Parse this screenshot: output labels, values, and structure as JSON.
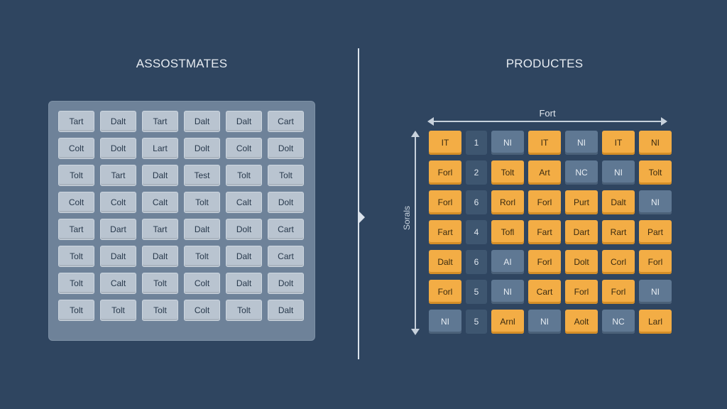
{
  "left": {
    "title": "ASSOSTMATES",
    "rows": [
      [
        "Tart",
        "Dalt",
        "Tart",
        "Dalt",
        "Dalt",
        "Cart"
      ],
      [
        "Colt",
        "Dolt",
        "Lart",
        "Dolt",
        "Colt",
        "Dolt"
      ],
      [
        "Tolt",
        "Tart",
        "Dalt",
        "Test",
        "Tolt",
        "Tolt"
      ],
      [
        "Colt",
        "Colt",
        "Calt",
        "Tolt",
        "Calt",
        "Dolt"
      ],
      [
        "Tart",
        "Dart",
        "Tart",
        "Dalt",
        "Dolt",
        "Cart"
      ],
      [
        "Tolt",
        "Dalt",
        "Dalt",
        "Tolt",
        "Dalt",
        "Cart"
      ],
      [
        "Tolt",
        "Calt",
        "Tolt",
        "Colt",
        "Dalt",
        "Dolt"
      ],
      [
        "Tolt",
        "Tolt",
        "Tolt",
        "Colt",
        "Tolt",
        "Dalt"
      ]
    ]
  },
  "right": {
    "title": "PRODUCTES",
    "top_axis_label": "Fort",
    "left_axis_label": "Sorals",
    "colors": {
      "orange": "#f3ad45",
      "blue": "#5f7893",
      "plain": "#3e5670"
    },
    "rows": [
      [
        {
          "t": "IT",
          "c": "o"
        },
        {
          "t": "1",
          "c": "n"
        },
        {
          "t": "NI",
          "c": "b"
        },
        {
          "t": "IT",
          "c": "o"
        },
        {
          "t": "NI",
          "c": "b"
        },
        {
          "t": "IT",
          "c": "o"
        },
        {
          "t": "NI",
          "c": "o"
        }
      ],
      [
        {
          "t": "Forl",
          "c": "o"
        },
        {
          "t": "2",
          "c": "n"
        },
        {
          "t": "Tolt",
          "c": "o"
        },
        {
          "t": "Art",
          "c": "o"
        },
        {
          "t": "NC",
          "c": "b"
        },
        {
          "t": "NI",
          "c": "b"
        },
        {
          "t": "Tolt",
          "c": "o"
        }
      ],
      [
        {
          "t": "Forl",
          "c": "o"
        },
        {
          "t": "6",
          "c": "n"
        },
        {
          "t": "Rorl",
          "c": "o"
        },
        {
          "t": "Forl",
          "c": "o"
        },
        {
          "t": "Purt",
          "c": "o"
        },
        {
          "t": "Dalt",
          "c": "o"
        },
        {
          "t": "NI",
          "c": "b"
        }
      ],
      [
        {
          "t": "Fart",
          "c": "o"
        },
        {
          "t": "4",
          "c": "n"
        },
        {
          "t": "Tofl",
          "c": "o"
        },
        {
          "t": "Fart",
          "c": "o"
        },
        {
          "t": "Dart",
          "c": "o"
        },
        {
          "t": "Rart",
          "c": "o"
        },
        {
          "t": "Part",
          "c": "o"
        }
      ],
      [
        {
          "t": "Dalt",
          "c": "o"
        },
        {
          "t": "6",
          "c": "n"
        },
        {
          "t": "AI",
          "c": "b"
        },
        {
          "t": "Forl",
          "c": "o"
        },
        {
          "t": "Dolt",
          "c": "o"
        },
        {
          "t": "Corl",
          "c": "o"
        },
        {
          "t": "Forl",
          "c": "o"
        }
      ],
      [
        {
          "t": "Forl",
          "c": "o"
        },
        {
          "t": "5",
          "c": "n"
        },
        {
          "t": "NI",
          "c": "b"
        },
        {
          "t": "Cart",
          "c": "o"
        },
        {
          "t": "Forl",
          "c": "o"
        },
        {
          "t": "Forl",
          "c": "o"
        },
        {
          "t": "NI",
          "c": "b"
        }
      ],
      [
        {
          "t": "NI",
          "c": "b"
        },
        {
          "t": "5",
          "c": "n"
        },
        {
          "t": "Arnl",
          "c": "o"
        },
        {
          "t": "NI",
          "c": "b"
        },
        {
          "t": "Aolt",
          "c": "o"
        },
        {
          "t": "NC",
          "c": "b"
        },
        {
          "t": "Larl",
          "c": "o"
        }
      ]
    ]
  }
}
